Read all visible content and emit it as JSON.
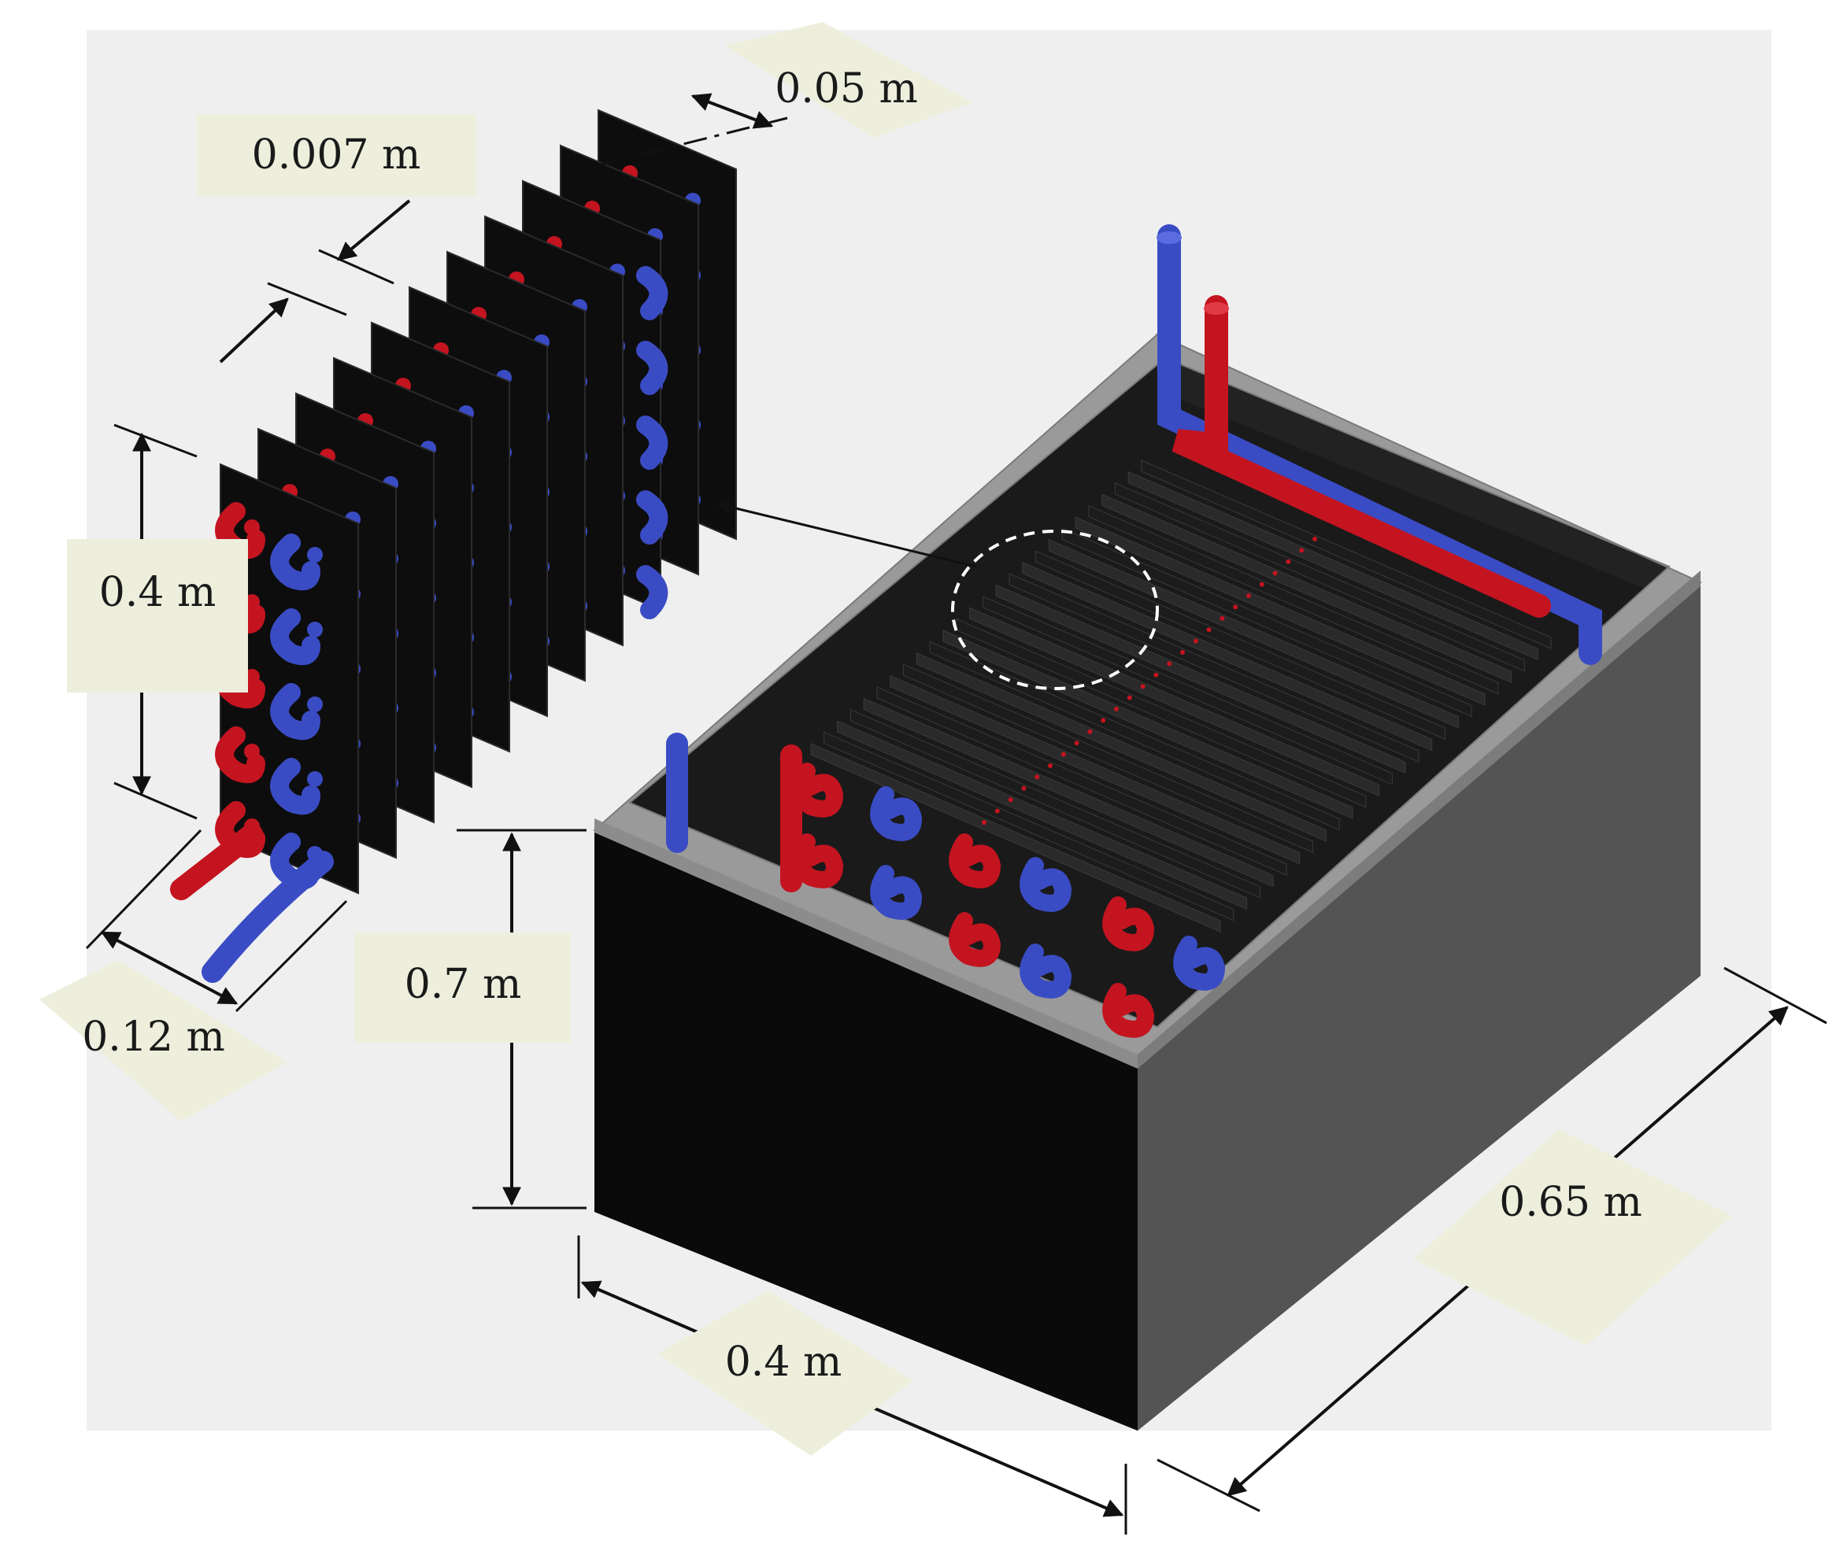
{
  "diagram": {
    "labels": {
      "plate_gap": "0.05 m",
      "plate_thickness": "0.007 m",
      "plate_height": "0.4 m",
      "plate_width": "0.12 m",
      "tank_height": "0.7 m",
      "tank_width": "0.4 m",
      "tank_length": "0.65 m"
    },
    "colors": {
      "background": "#efefef",
      "label_box": "#eeeedd",
      "tank_front": "#0a0a0a",
      "tank_side": "#545454",
      "tank_rim": "#9a9a9a",
      "tank_interior": "#1a1a1a",
      "plate": "#0d0d0d",
      "hot_pipe": "#c41420",
      "cold_pipe": "#3a4cc4",
      "dimension_line": "#111111",
      "highlight_ellipse": "#ffffff"
    }
  }
}
